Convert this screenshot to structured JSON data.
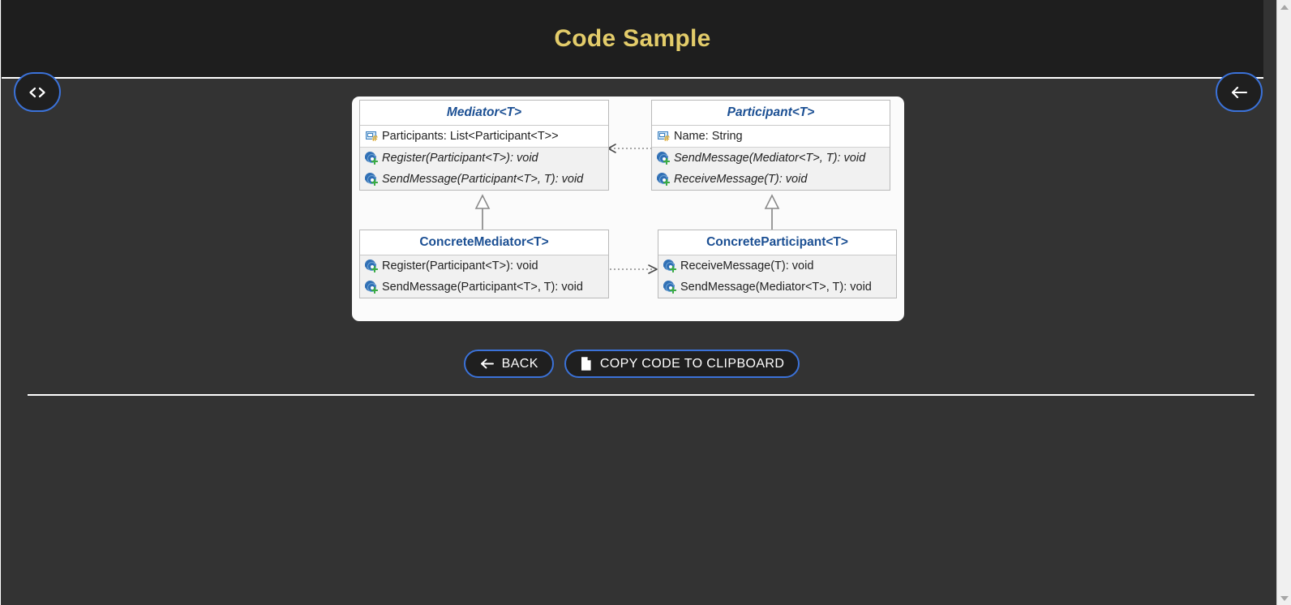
{
  "header": {
    "title": "Code Sample"
  },
  "floating_buttons": {
    "code_toggle": {
      "icon": "code-brackets-icon",
      "label": "<>"
    },
    "back_top": {
      "icon": "arrow-left-icon",
      "label": ""
    }
  },
  "diagram": {
    "type": "uml-class-diagram",
    "pattern": "Mediator",
    "classes": [
      {
        "id": "mediator",
        "name": "Mediator<T>",
        "abstract": true,
        "attributes": [
          {
            "icon": "property-icon",
            "text": "Participants: List<Participant<T>>"
          }
        ],
        "operations": [
          {
            "icon": "method-icon",
            "text": "Register(Participant<T>): void",
            "abstract": true
          },
          {
            "icon": "method-icon",
            "text": "SendMessage(Participant<T>, T): void",
            "abstract": true
          }
        ]
      },
      {
        "id": "participant",
        "name": "Participant<T>",
        "abstract": true,
        "attributes": [
          {
            "icon": "property-icon",
            "text": "Name: String"
          }
        ],
        "operations": [
          {
            "icon": "method-icon",
            "text": "SendMessage(Mediator<T>, T): void",
            "abstract": true
          },
          {
            "icon": "method-icon",
            "text": "ReceiveMessage(T): void",
            "abstract": true
          }
        ]
      },
      {
        "id": "concrete-mediator",
        "name": "ConcreteMediator<T>",
        "abstract": false,
        "attributes": [],
        "operations": [
          {
            "icon": "method-icon",
            "text": "Register(Participant<T>): void",
            "abstract": false
          },
          {
            "icon": "method-icon",
            "text": "SendMessage(Participant<T>, T): void",
            "abstract": false
          }
        ]
      },
      {
        "id": "concrete-participant",
        "name": "ConcreteParticipant<T>",
        "abstract": false,
        "attributes": [],
        "operations": [
          {
            "icon": "method-icon",
            "text": "ReceiveMessage(T): void",
            "abstract": false
          },
          {
            "icon": "method-icon",
            "text": "SendMessage(Mediator<T>, T): void",
            "abstract": false
          }
        ]
      }
    ],
    "relations": [
      {
        "kind": "dependency",
        "from": "participant",
        "to": "mediator",
        "style": "dotted",
        "arrow": "open"
      },
      {
        "kind": "generalization",
        "from": "concrete-mediator",
        "to": "mediator",
        "style": "solid",
        "arrow": "hollow-triangle"
      },
      {
        "kind": "generalization",
        "from": "concrete-participant",
        "to": "participant",
        "style": "solid",
        "arrow": "hollow-triangle"
      },
      {
        "kind": "dependency",
        "from": "concrete-mediator",
        "to": "concrete-participant",
        "style": "dotted",
        "arrow": "open"
      }
    ]
  },
  "actions": {
    "back": {
      "label": "BACK",
      "icon": "arrow-left-icon"
    },
    "copy": {
      "label": "COPY CODE TO CLIPBOARD",
      "icon": "file-copy-icon"
    }
  },
  "colors": {
    "header_bg": "#1e1e1e",
    "page_bg": "#333333",
    "title_gold": "#e3cc6a",
    "accent_blue": "#3b72d9",
    "class_name_blue": "#1b4f93",
    "box_bg": "#f1f1f1",
    "box_header_bg": "#ffffff"
  }
}
